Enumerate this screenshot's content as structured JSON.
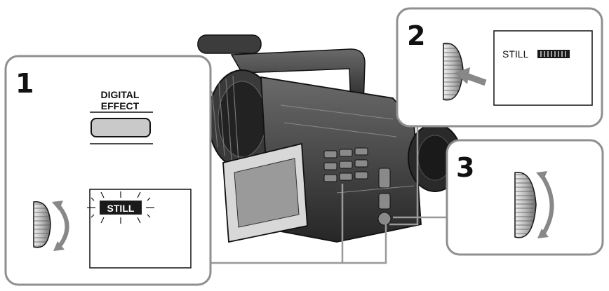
{
  "panel1": {
    "step": "1",
    "button_label_line1": "DIGITAL",
    "button_label_line2": "EFFECT",
    "screen_text": "STILL"
  },
  "panel2": {
    "step": "2",
    "screen_text": "STILL"
  },
  "panel3": {
    "step": "3"
  },
  "colors": {
    "panel_border": "#8f8f8f",
    "camera_dark": "#2e2e2e",
    "camera_mid": "#5a5a5a",
    "button_fill": "#c9c9c9",
    "dial_fill": "#bdbdbd",
    "leader_line": "#999999"
  },
  "icons": [
    "dial-icon",
    "rotate-arrow-icon",
    "press-arrow-icon",
    "flash-rays-icon",
    "level-bar-icon"
  ]
}
